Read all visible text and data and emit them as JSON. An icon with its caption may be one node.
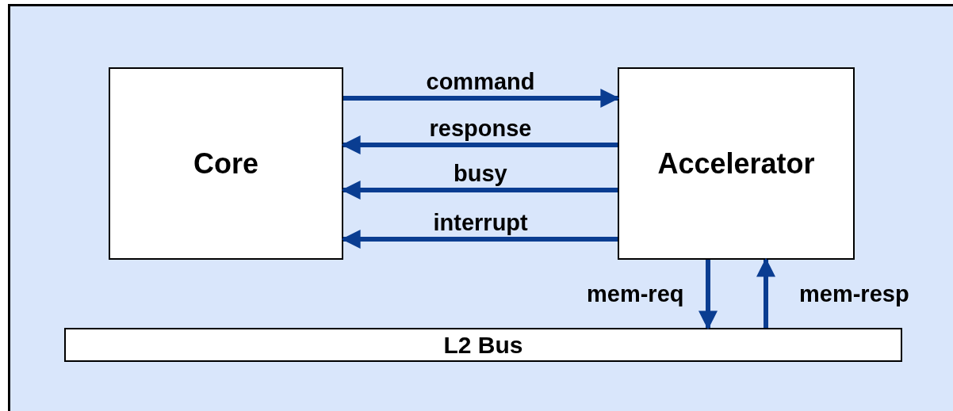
{
  "diagram": {
    "nodes": [
      {
        "text": [
          "Core"
        ]
      },
      {
        "text": [
          "Accelerator"
        ]
      },
      {
        "text": [
          "L2 Bus"
        ]
      }
    ],
    "edges": [
      {
        "from": 0,
        "to": 1,
        "arrow": "to",
        "label": "command"
      },
      {
        "from": 1,
        "to": 0,
        "arrow": "to",
        "label": "response"
      },
      {
        "from": 1,
        "to": 0,
        "arrow": "to",
        "label": "busy"
      },
      {
        "from": 1,
        "to": 0,
        "arrow": "to",
        "label": "interrupt"
      },
      {
        "from": 1,
        "to": 2,
        "arrow": "to",
        "label": "mem-req"
      },
      {
        "from": 2,
        "to": 1,
        "arrow": "to",
        "label": "mem-resp"
      }
    ]
  }
}
